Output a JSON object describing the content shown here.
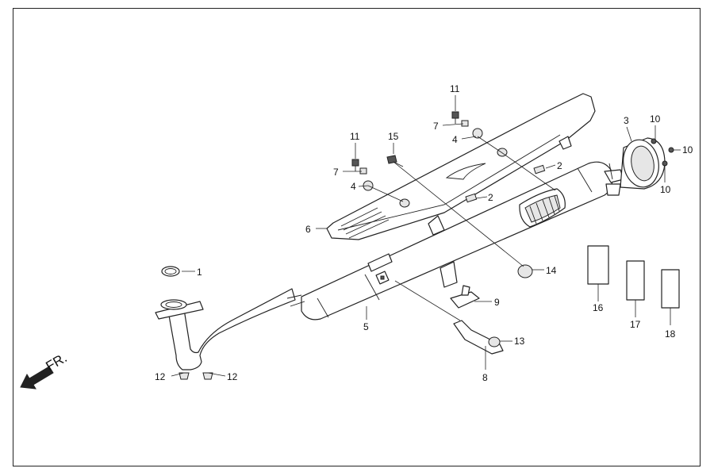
{
  "direction_label": "FR.",
  "callouts": {
    "c1": "1",
    "c2a": "2",
    "c2b": "2",
    "c3": "3",
    "c4a": "4",
    "c4b": "4",
    "c5": "5",
    "c6": "6",
    "c7a": "7",
    "c7b": "7",
    "c8": "8",
    "c9": "9",
    "c10a": "10",
    "c10b": "10",
    "c10c": "10",
    "c11a": "11",
    "c11b": "11",
    "c12a": "12",
    "c12b": "12",
    "c13": "13",
    "c14": "14",
    "c15": "15",
    "c16": "16",
    "c17": "17",
    "c18": "18"
  },
  "colors": {
    "line": "#222222",
    "background": "#ffffff",
    "shade": "#e6e6e6"
  }
}
